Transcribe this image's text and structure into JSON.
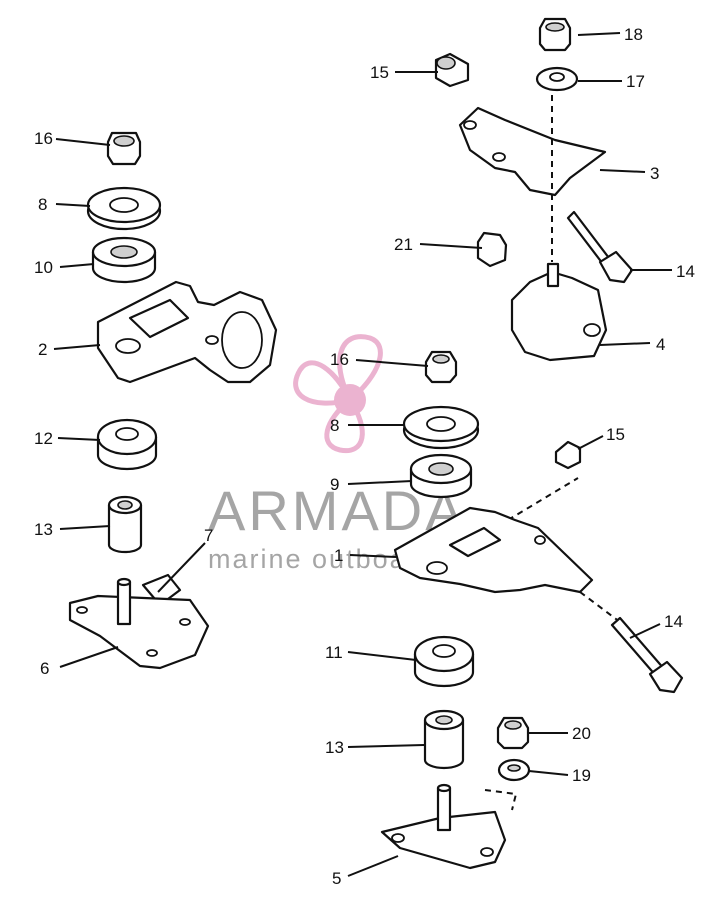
{
  "callouts": [
    {
      "id": "c16a",
      "label": "16"
    },
    {
      "id": "c8a",
      "label": "8"
    },
    {
      "id": "c10",
      "label": "10"
    },
    {
      "id": "c2",
      "label": "2"
    },
    {
      "id": "c12",
      "label": "12"
    },
    {
      "id": "c13a",
      "label": "13"
    },
    {
      "id": "c7",
      "label": "7"
    },
    {
      "id": "c6",
      "label": "6"
    },
    {
      "id": "c15a",
      "label": "15"
    },
    {
      "id": "c18",
      "label": "18"
    },
    {
      "id": "c17",
      "label": "17"
    },
    {
      "id": "c3",
      "label": "3"
    },
    {
      "id": "c21",
      "label": "21"
    },
    {
      "id": "c14a",
      "label": "14"
    },
    {
      "id": "c4",
      "label": "4"
    },
    {
      "id": "c16b",
      "label": "16"
    },
    {
      "id": "c8b",
      "label": "8"
    },
    {
      "id": "c9",
      "label": "9"
    },
    {
      "id": "c15b",
      "label": "15"
    },
    {
      "id": "c1",
      "label": "1"
    },
    {
      "id": "c14b",
      "label": "14"
    },
    {
      "id": "c11",
      "label": "11"
    },
    {
      "id": "c13b",
      "label": "13"
    },
    {
      "id": "c20",
      "label": "20"
    },
    {
      "id": "c19",
      "label": "19"
    },
    {
      "id": "c5",
      "label": "5"
    }
  ],
  "watermark": {
    "brand": "ARMADA",
    "tagline": "marine outboard",
    "color": "#e8a6c8",
    "text_color": "#7b7b7b"
  }
}
